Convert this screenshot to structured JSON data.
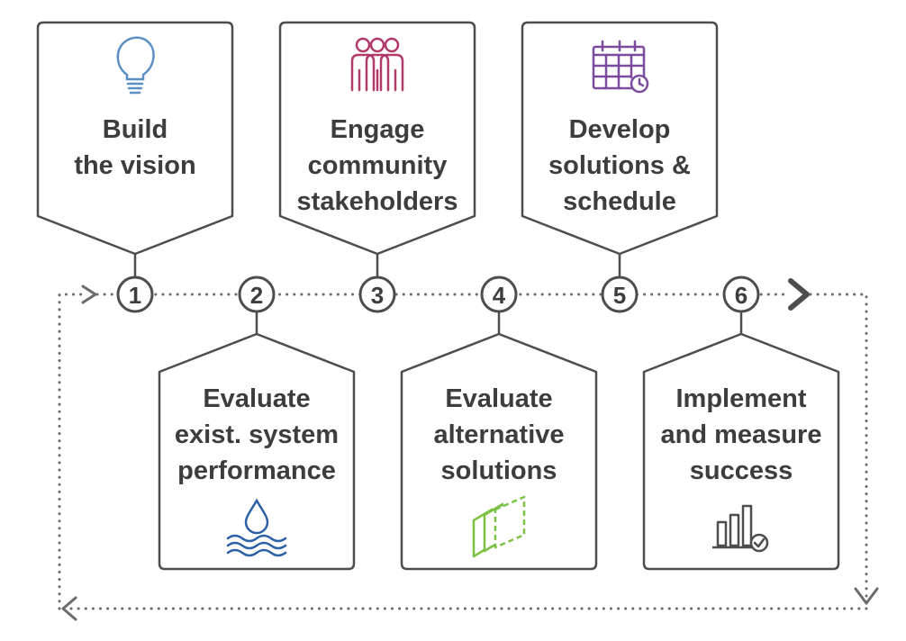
{
  "colors": {
    "outline": "#4d4d4d",
    "text": "#3d3d3d",
    "lightbulb": "#5b8fc4",
    "people": "#b23a6a",
    "calendar": "#7b4b9e",
    "water": "#2b5fa6",
    "layers": "#7cc142",
    "chart": "#4d4d4d"
  },
  "steps": [
    {
      "number": "1",
      "lines": [
        "Build",
        "the vision"
      ],
      "icon": "lightbulb-icon",
      "position": "top"
    },
    {
      "number": "2",
      "lines": [
        "Evaluate",
        "exist. system",
        "performance"
      ],
      "icon": "water-drop-icon",
      "position": "bottom"
    },
    {
      "number": "3",
      "lines": [
        "Engage",
        "community",
        "stakeholders"
      ],
      "icon": "people-icon",
      "position": "top"
    },
    {
      "number": "4",
      "lines": [
        "Evaluate",
        "alternative",
        "solutions"
      ],
      "icon": "layers-icon",
      "position": "bottom"
    },
    {
      "number": "5",
      "lines": [
        "Develop",
        "solutions &",
        "schedule"
      ],
      "icon": "calendar-icon",
      "position": "top"
    },
    {
      "number": "6",
      "lines": [
        "Implement",
        "and measure",
        "success"
      ],
      "icon": "bar-chart-check-icon",
      "position": "bottom"
    }
  ]
}
